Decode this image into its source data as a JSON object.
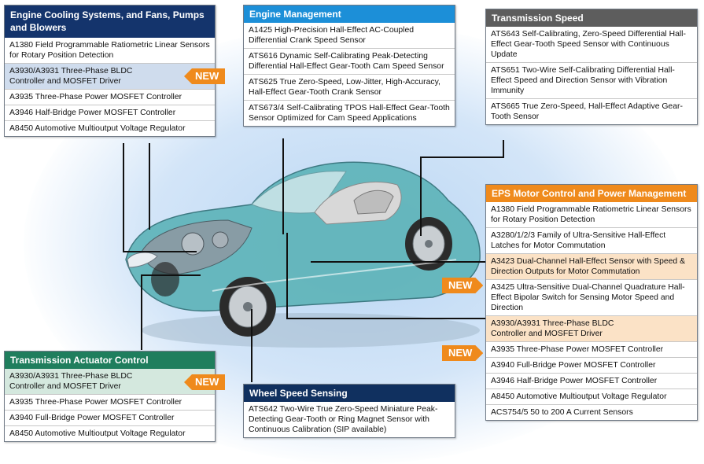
{
  "colors": {
    "header_blue": "#14346c",
    "header_cyan": "#1c8fd8",
    "header_gray": "#5d5d5d",
    "header_orange": "#ef8a1c",
    "header_green": "#1f7e5d",
    "header_navy": "#10305f",
    "new_badge": "#ef8a1c",
    "car_body": "#5cb3b8"
  },
  "badges": {
    "new_label": "NEW"
  },
  "engine_cooling": {
    "title": "Engine Cooling Systems, and Fans, Pumps and Blowers",
    "items": [
      "A1380 Field Programmable Ratiometric Linear Sensors for Rotary Position Detection",
      "A3930/A3931 Three-Phase BLDC Controller and MOSFET Driver",
      "A3935 Three-Phase Power MOSFET Controller",
      "A3946 Half-Bridge Power MOSFET Controller",
      "A8450 Automotive Multioutput Voltage Regulator"
    ]
  },
  "engine_management": {
    "title": "Engine Management",
    "items": [
      "A1425 High-Precision Hall-Effect AC-Coupled Differential Crank Speed Sensor",
      "ATS616 Dynamic Self-Calibrating Peak-Detecting Differential Hall-Effect Gear-Tooth Cam Speed Sensor",
      "ATS625 True Zero-Speed, Low-Jitter, High-Accuracy, Hall-Effect Gear-Tooth Crank Sensor",
      "ATS673/4 Self-Calibrating TPOS Hall-Effect Gear-Tooth Sensor Optimized for Cam Speed Applications"
    ]
  },
  "transmission_speed": {
    "title": "Transmission Speed",
    "items": [
      "ATS643 Self-Calibrating, Zero-Speed Differential Hall-Effect Gear-Tooth Speed Sensor with Continuous Update",
      "ATS651 Two-Wire Self-Calibrating Differential Hall-Effect Speed and Direction Sensor with Vibration Immunity",
      "ATS665 True Zero-Speed, Hall-Effect Adaptive Gear-Tooth Sensor"
    ]
  },
  "eps": {
    "title": "EPS Motor Control and Power Management",
    "items": [
      "A1380 Field Programmable Ratiometric Linear Sensors for Rotary Position Detection",
      "A3280/1/2/3 Family of Ultra-Sensitive Hall-Effect Latches for Motor Commutation",
      "A3423 Dual-Channel Hall-Effect Sensor with Speed & Direction Outputs for Motor Commutation",
      "A3425 Ultra-Sensitive Dual-Channel Quadrature Hall-Effect Bipolar Switch for Sensing Motor Speed and Direction",
      "A3930/A3931 Three-Phase BLDC Controller and MOSFET Driver",
      "A3935 Three-Phase Power MOSFET Controller",
      "A3940 Full-Bridge Power MOSFET Controller",
      "A3946 Half-Bridge Power MOSFET Controller",
      "A8450 Automotive Multioutput Voltage Regulator",
      "ACS754/5 50 to 200 A Current Sensors"
    ]
  },
  "transmission_actuator": {
    "title": "Transmission Actuator Control",
    "items": [
      "A3930/A3931 Three-Phase BLDC Controller and MOSFET Driver",
      "A3935 Three-Phase Power MOSFET Controller",
      "A3940 Full-Bridge Power MOSFET Controller",
      "A8450 Automotive Multioutput Voltage Regulator"
    ]
  },
  "wheel_speed": {
    "title": "Wheel Speed Sensing",
    "items": [
      "ATS642 Two-Wire True Zero-Speed Miniature Peak-Detecting Gear-Tooth or Ring Magnet Sensor with Continuous Calibration (SIP available)"
    ]
  }
}
